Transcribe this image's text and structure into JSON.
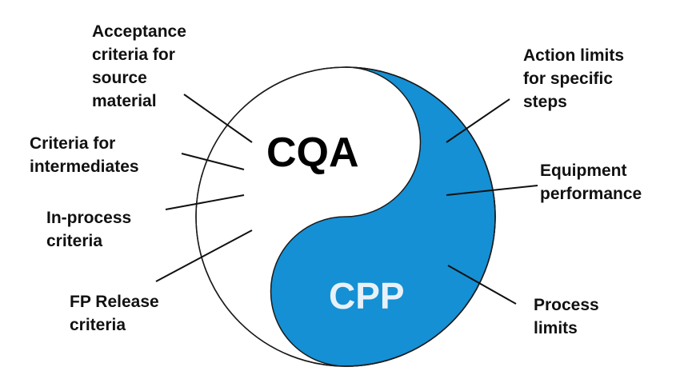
{
  "diagram": {
    "cqa_label": "CQA",
    "cpp_label": "CPP",
    "colors": {
      "cpp_fill": "#1590d4",
      "outline": "#1a1a1a",
      "cqa_text": "#000000",
      "cpp_text": "#e8f1f8"
    },
    "cqa_items": [
      {
        "lines": [
          "Acceptance",
          "criteria for",
          "source",
          "material"
        ]
      },
      {
        "lines": [
          "Criteria for",
          "intermediates"
        ]
      },
      {
        "lines": [
          "In-process",
          "criteria"
        ]
      },
      {
        "lines": [
          "FP Release",
          "criteria"
        ]
      }
    ],
    "cpp_items": [
      {
        "lines": [
          "Action limits",
          "for specific",
          "steps"
        ]
      },
      {
        "lines": [
          "Equipment",
          "performance"
        ]
      },
      {
        "lines": [
          "Process",
          "limits"
        ]
      }
    ]
  }
}
